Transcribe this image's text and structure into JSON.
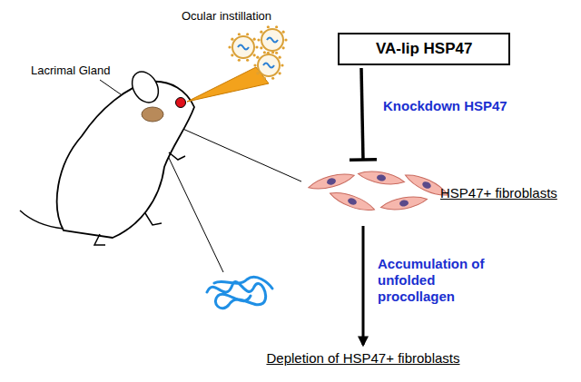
{
  "diagram": {
    "nodes": [
      {
        "text": [
          "VA-lip HSP47"
        ]
      },
      {
        "text": [
          "HSP47+ fibroblasts"
        ]
      },
      {
        "text": [
          "Depletion of HSP47+ fibroblasts"
        ]
      }
    ],
    "edges": [
      {
        "from": 0,
        "to": 1,
        "arrow": "to",
        "label": "Knockdown HSP47"
      },
      {
        "from": 1,
        "to": 2,
        "arrow": "to",
        "label": "Accumulation of unfolded procollagen"
      }
    ],
    "labels": [
      "Ocular instillation",
      "Lacrimal Gland"
    ]
  }
}
